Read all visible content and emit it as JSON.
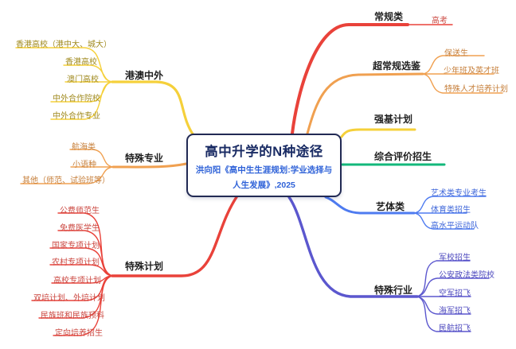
{
  "center": {
    "title": "高中升学的N种途径",
    "subtitle": "洪向阳《高中生生涯规划:学业选择与人生发展》,2025",
    "border_color": "#222a54",
    "title_color": "#182a63",
    "subtitle_color": "#2f62d8"
  },
  "branches": [
    {
      "label": "港澳中外",
      "color": "#f5d03a",
      "text_color": "#a08a1f",
      "children": [
        "香港高校（港中大、城大）",
        "香港高校",
        "澳门高校",
        "中外合作院校",
        "中外合作专业"
      ]
    },
    {
      "label": "特殊专业",
      "color": "#f0a050",
      "text_color": "#c67f3b",
      "children": [
        "航海类",
        "小语种",
        "其他（师范、试验班等）"
      ]
    },
    {
      "label": "特殊计划",
      "color": "#e9423a",
      "text_color": "#cb4841",
      "children": [
        "公费师范生",
        "免费医学生",
        "国家专项计划",
        "农村专项计划",
        "高校专项计划",
        "双培计划、外培计划",
        "民族班和民族预科",
        "定向培养招生"
      ]
    },
    {
      "label": "常规类",
      "color": "#e9423a",
      "text_color": "#cb4841",
      "children": [
        "高考"
      ]
    },
    {
      "label": "超常规选鉴",
      "color": "#f0a050",
      "text_color": "#c67f3b",
      "children": [
        "保送生",
        "少年班及英才班",
        "特殊人才培养计划"
      ]
    },
    {
      "label": "强基计划",
      "color": "#f5d03a",
      "text_color": "#a08a1f",
      "children": []
    },
    {
      "label": "综合评价招生",
      "color": "#13b87b",
      "text_color": "#13b87b",
      "children": []
    },
    {
      "label": "艺体类",
      "color": "#4e7bf0",
      "text_color": "#3e66d9",
      "children": [
        "艺术类专业考生",
        "体育类招生",
        "高水平运动队"
      ]
    },
    {
      "label": "特殊行业",
      "color": "#5b57ce",
      "text_color": "#4d49be",
      "children": [
        "军校招生",
        "公安政法类院校",
        "空军招飞",
        "海军招飞",
        "民航招飞"
      ]
    }
  ]
}
